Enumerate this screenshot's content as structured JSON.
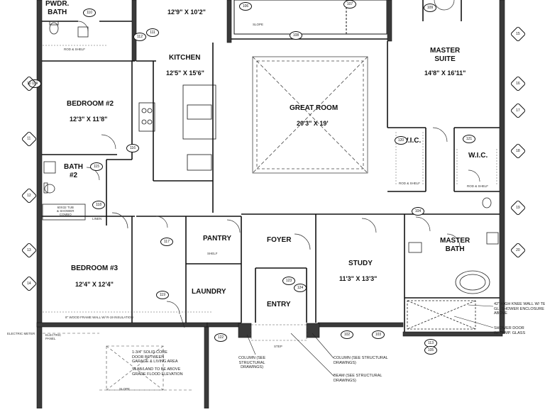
{
  "rooms": {
    "pwdr_bath": {
      "name": "PWDR.\nBATH"
    },
    "top_room": {
      "dims": "12'9\" X 10'2\""
    },
    "kitchen": {
      "name": "KITCHEN",
      "dims": "12'5\" X 15'6\""
    },
    "master_suite": {
      "name": "MASTER\nSUITE",
      "dims": "14'8\" X 16'11\""
    },
    "bedroom2": {
      "name": "BEDROOM #2",
      "dims": "12'3\" X 11'8\""
    },
    "great_room": {
      "name": "GREAT ROOM",
      "dims": "20'3\" X 19'"
    },
    "bath2": {
      "name": "BATH\n#2"
    },
    "wic_left": {
      "name": "W.I.C."
    },
    "wic_right": {
      "name": "W.I.C."
    },
    "pantry": {
      "name": "PANTRY"
    },
    "foyer": {
      "name": "FOYER"
    },
    "study": {
      "name": "STUDY",
      "dims": "11'3\" X 13'3\""
    },
    "master_bath": {
      "name": "MASTER\nBATH"
    },
    "bedroom3": {
      "name": "BEDROOM #3",
      "dims": "12'4\" X 12'4\""
    },
    "laundry": {
      "name": "LAUNDRY"
    },
    "entry": {
      "name": "ENTRY"
    }
  },
  "fixtures": {
    "rod_shelf_1": "ROD & SHELF",
    "rod_shelf_2": "ROD & SHELF",
    "rod_shelf_3": "ROD & SHELF",
    "tub": "60X32 TUB\n& SHOWER\nCOMBO",
    "linen": "LINEN",
    "shelf": "SHELF",
    "slope_top": "SLOPE",
    "slope_bottom": "SLOPE",
    "step": "STEP",
    "frame_wall": "8\" WOOD FRAME WALL W/ R-19 INSULATION",
    "electric_meter": "ELECTRIC METER",
    "electric_panel": "ELECTRIC\nPANEL"
  },
  "notes": {
    "solid_core_door": "1-3/4\" SOLID CORE\nDOOR BETWEEN\nGARAGE & LIVING AREA",
    "slab_above": "SLAB/LAND TO BE ABOVE\nGRADE FLOOD ELEVATION",
    "column_left": "COLUMN (SEE\nSTRUCTURAL\nDRAWINGS)",
    "column_right": "COLUMN (SEE STRUCTURAL\nDRAWINGS)",
    "beam": "BEAM (SEE STRUCTURAL\nDRAWINGS)",
    "knee_wall": "42\" HIGH KNEE WALL W/ TEMP\nGL. SHOWER ENCLOSURE\nABOVE",
    "shower_door": "SHOWER DOOR\nW/ TEMP. GLASS"
  },
  "tags": [
    "106",
    "107",
    "108",
    "109",
    "110",
    "111",
    "112",
    "113",
    "114",
    "115",
    "116",
    "117",
    "118",
    "119",
    "120",
    "121",
    "122",
    "123",
    "124",
    "102",
    "103",
    "104",
    "105"
  ],
  "grid_left": [
    "10",
    "11",
    "12",
    "13",
    "14"
  ],
  "grid_right": [
    "15",
    "16",
    "17",
    "18",
    "19",
    "20"
  ],
  "colors": {
    "wall": "#3a3a3a",
    "line": "#111111",
    "paper": "#ffffff"
  }
}
